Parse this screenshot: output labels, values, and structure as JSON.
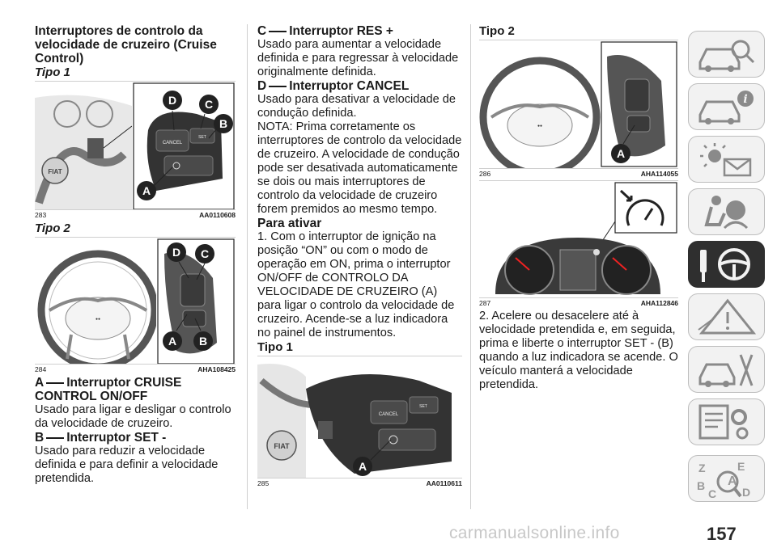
{
  "col1": {
    "heading": "Interruptores de controlo da velocidade de cruzeiro (Cruise Control)",
    "tipo1": "Tipo 1",
    "fig283": {
      "num": "283",
      "code": "AA0110608",
      "labels": {
        "d": "D",
        "c": "C",
        "b": "B",
        "a": "A",
        "cancel": "CANCEL",
        "set": "SET"
      }
    },
    "tipo2": "Tipo 2",
    "fig284": {
      "num": "284",
      "code": "AHA108425",
      "labels": {
        "d": "D",
        "c": "C",
        "a": "A",
        "b": "B"
      }
    },
    "a_title_letter": "A",
    "a_title_text": "Interruptor CRUISE CONTROL ON/OFF",
    "a_desc": "Usado para ligar e desligar o controlo da velocidade de cruzeiro.",
    "b_title_letter": "B",
    "b_title_text": "Interruptor SET -",
    "b_desc": "Usado para reduzir a velocidade definida e para definir a velocidade pretendida."
  },
  "col2": {
    "c_title_letter": "C",
    "c_title_text": "Interruptor RES +",
    "c_desc": "Usado para aumentar a velocidade definida e para regressar à velocidade originalmente definida.",
    "d_title_letter": "D",
    "d_title_text": "Interruptor CANCEL",
    "d_desc": "Usado para desativar a velocidade de condução definida.",
    "nota": "NOTA: Prima corretamente os interruptores de controlo da velocidade de cruzeiro. A velocidade de condução pode ser desativada automaticamente se dois ou mais interruptores de controlo da velocidade de cruzeiro forem premidos ao mesmo tempo.",
    "para_ativar": "Para ativar",
    "step1": "1. Com o interruptor de ignição na posição “ON” ou com o modo de operação em ON, prima o interruptor ON/OFF de CONTROLO DA VELOCIDADE DE CRUZEIRO (A) para ligar o controlo da velocidade de cruzeiro. Acende-se a luz indicadora no painel de instrumentos.",
    "tipo1": "Tipo 1",
    "fig285": {
      "num": "285",
      "code": "AA0110611",
      "labels": {
        "a": "A",
        "cancel": "CANCEL",
        "set": "SET"
      }
    }
  },
  "col3": {
    "tipo2": "Tipo 2",
    "fig286": {
      "num": "286",
      "code": "AHA114055",
      "labels": {
        "a": "A"
      }
    },
    "fig287": {
      "num": "287",
      "code": "AHA112846"
    },
    "step2": "2. Acelere ou desacelere até à velocidade pretendida e, em seguida, prima e liberte o interruptor SET - (B) quando a luz indicadora se acende. O veículo manterá a velocidade pretendida."
  },
  "sidebar": {
    "tabs": [
      {
        "icon": "car-search-icon",
        "active": false
      },
      {
        "icon": "car-info-icon",
        "active": false
      },
      {
        "icon": "warning-lights-icon",
        "active": false
      },
      {
        "icon": "airbag-seat-icon",
        "active": false
      },
      {
        "icon": "steering-key-icon",
        "active": true
      },
      {
        "icon": "warning-triangle-icon",
        "active": false
      },
      {
        "icon": "car-tools-icon",
        "active": false
      },
      {
        "icon": "spec-gears-icon",
        "active": false
      },
      {
        "icon": "index-search-icon",
        "active": false
      }
    ],
    "index_letters": [
      "Z",
      "E",
      "A",
      "B",
      "C",
      "D"
    ]
  },
  "page_number": "157",
  "watermark": "carmanualsonline.info"
}
